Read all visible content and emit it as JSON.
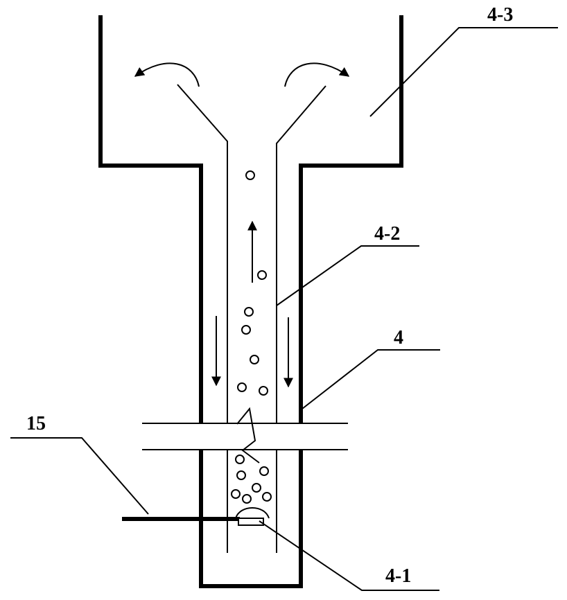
{
  "labels": {
    "top_basin": "4-3",
    "inner_tube": "4-2",
    "outer_tube": "4",
    "pipe": "15",
    "nozzle": "4-1"
  },
  "colors": {
    "ink": "#000000",
    "background": "#ffffff"
  }
}
